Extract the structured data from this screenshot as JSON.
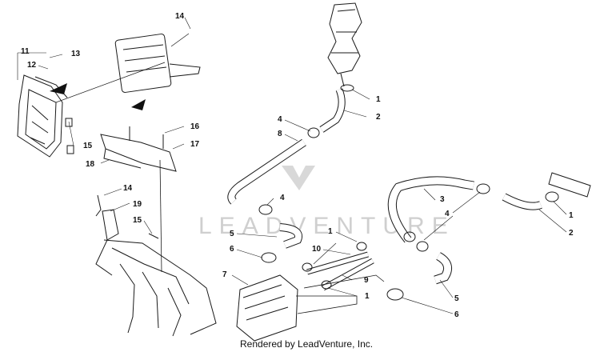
{
  "diagram": {
    "callouts": [
      "14",
      "11",
      "13",
      "12",
      "15",
      "18",
      "16",
      "17",
      "14",
      "19",
      "15",
      "1",
      "2",
      "4",
      "8",
      "4",
      "5",
      "6",
      "1",
      "10",
      "9",
      "7",
      "1",
      "3",
      "4",
      "5",
      "6",
      "1",
      "2"
    ],
    "watermark": "LEADVENTURE",
    "footer": "Rendered by LeadVenture, Inc."
  },
  "colors": {
    "line": "#1a1a1a",
    "watermark": "#cfcfcf"
  }
}
